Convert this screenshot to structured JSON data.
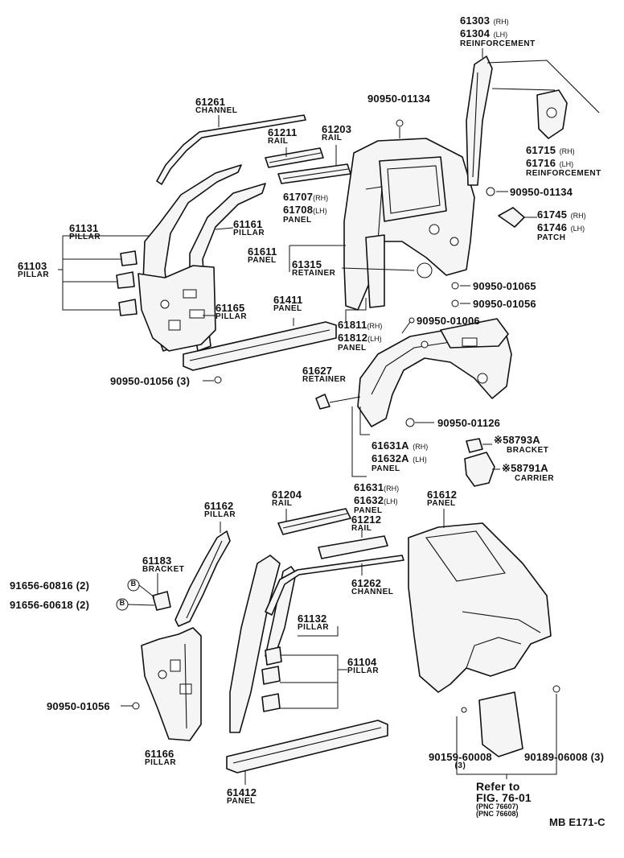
{
  "callouts": {
    "p61261": {
      "num": "61261",
      "name": "CHANNEL"
    },
    "p61211": {
      "num": "61211",
      "name": "RAIL"
    },
    "p61203": {
      "num": "61203",
      "name": "RAIL"
    },
    "p909501134a": {
      "num": "90950-01134"
    },
    "p61303": {
      "num": "61303",
      "suffix": "(RH)"
    },
    "p61304": {
      "num": "61304",
      "suffix": "(LH)"
    },
    "p61303name": {
      "name": "REINFORCEMENT"
    },
    "p61715": {
      "num": "61715",
      "suffix": "(RH)"
    },
    "p61716": {
      "num": "61716",
      "suffix": "(LH)"
    },
    "p61715name": {
      "name": "REINFORCEMENT"
    },
    "p909501134b": {
      "num": "90950-01134"
    },
    "p61707": {
      "num": "61707",
      "suffix": "(RH)"
    },
    "p61708": {
      "num": "61708",
      "suffix": "(LH)"
    },
    "p61707name": {
      "name": "PANEL"
    },
    "p61745": {
      "num": "61745",
      "suffix": "(RH)"
    },
    "p61746": {
      "num": "61746",
      "suffix": "(LH)"
    },
    "p61745name": {
      "name": "PATCH"
    },
    "p61131": {
      "num": "61131",
      "name": "PILLAR"
    },
    "p61161": {
      "num": "61161",
      "name": "PILLAR"
    },
    "p61103": {
      "num": "61103",
      "name": "PILLAR"
    },
    "p61611": {
      "num": "61611",
      "name": "PANEL"
    },
    "p61315": {
      "num": "61315",
      "name": "RETAINER"
    },
    "p909501065": {
      "num": "90950-01065"
    },
    "p909501056a": {
      "num": "90950-01056"
    },
    "p61165": {
      "num": "61165",
      "name": "PILLAR"
    },
    "p61411": {
      "num": "61411",
      "name": "PANEL"
    },
    "p61811": {
      "num": "61811",
      "suffix": "(RH)"
    },
    "p61812": {
      "num": "61812",
      "suffix": "(LH)"
    },
    "p61811name": {
      "name": "PANEL"
    },
    "p909501006": {
      "num": "90950-01006"
    },
    "p909501056b": {
      "num": "90950-01056 (3)"
    },
    "p61627": {
      "num": "61627",
      "name": "RETAINER"
    },
    "p909501126": {
      "num": "90950-01126"
    },
    "p61631A": {
      "num": "61631A",
      "suffix": "(RH)"
    },
    "p61632A": {
      "num": "61632A",
      "suffix": "(LH)"
    },
    "p61631Aname": {
      "name": "PANEL"
    },
    "p58793A": {
      "num": "58793A",
      "name": "BRACKET",
      "mark": "※"
    },
    "p58791A": {
      "num": "58791A",
      "name": "CARRIER",
      "mark": "※"
    },
    "p61631": {
      "num": "61631",
      "suffix": "(RH)"
    },
    "p61632": {
      "num": "61632",
      "suffix": "(LH)"
    },
    "p61631name": {
      "name": "PANEL"
    },
    "p61162": {
      "num": "61162",
      "name": "PILLAR"
    },
    "p61204": {
      "num": "61204",
      "name": "RAIL"
    },
    "p61612": {
      "num": "61612",
      "name": "PANEL"
    },
    "p61212": {
      "num": "61212",
      "name": "RAIL"
    },
    "p61183": {
      "num": "61183",
      "name": "BRACKET"
    },
    "p9165660816": {
      "num": "91656-60816 (2)",
      "mark": "B"
    },
    "p9165660618": {
      "num": "91656-60618 (2)",
      "mark": "B"
    },
    "p61262": {
      "num": "61262",
      "name": "CHANNEL"
    },
    "p61132": {
      "num": "61132",
      "name": "PILLAR"
    },
    "p61104": {
      "num": "61104",
      "name": "PILLAR"
    },
    "p909501056c": {
      "num": "90950-01056"
    },
    "p61166": {
      "num": "61166",
      "name": "PILLAR"
    },
    "p9015960008": {
      "num": "90159-60008",
      "qty": "(3)"
    },
    "p9018906008": {
      "num": "90189-06008 (3)"
    },
    "p61412": {
      "num": "61412",
      "name": "PANEL"
    }
  },
  "refer": {
    "line1": "Refer to",
    "line2": "FIG. 76-01",
    "pnc1": "(PNC 76607)",
    "pnc2": "(PNC 76608)"
  },
  "footer": {
    "code": "MB  E171-C"
  }
}
